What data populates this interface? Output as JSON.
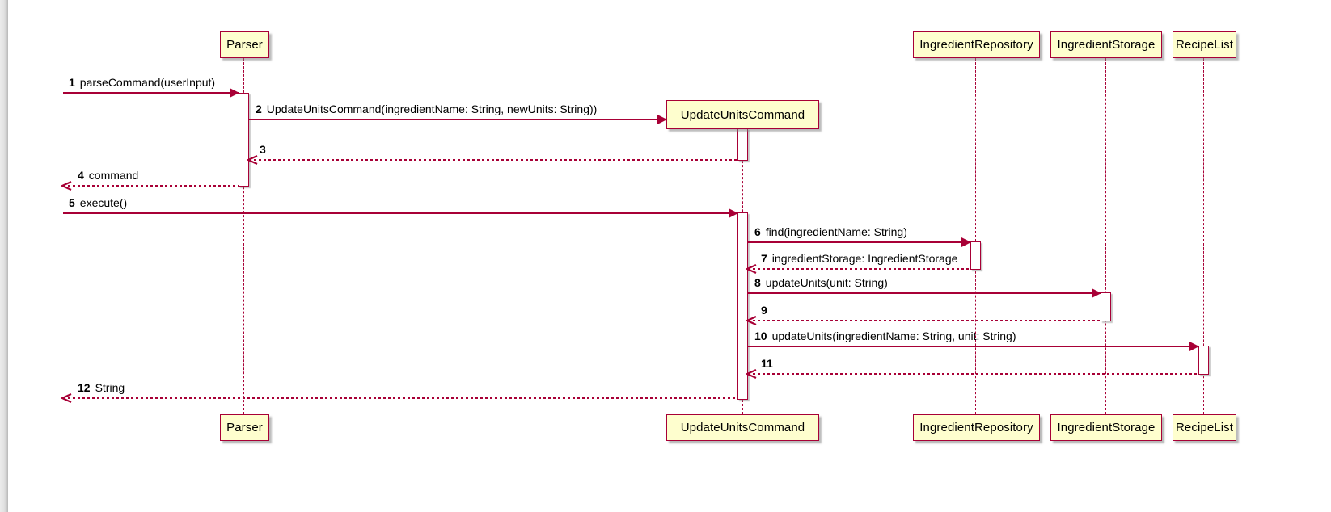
{
  "participants": [
    {
      "name": "Parser"
    },
    {
      "name": "UpdateUnitsCommand"
    },
    {
      "name": "IngredientRepository"
    },
    {
      "name": "IngredientStorage"
    },
    {
      "name": "RecipeList"
    }
  ],
  "messages": [
    {
      "num": "1",
      "text": "parseCommand(userInput)",
      "type": "sync",
      "from": "external",
      "to": "Parser"
    },
    {
      "num": "2",
      "text": "UpdateUnitsCommand(ingredientName: String, newUnits: String))",
      "type": "create",
      "from": "Parser",
      "to": "UpdateUnitsCommand"
    },
    {
      "num": "3",
      "text": "",
      "type": "return",
      "from": "UpdateUnitsCommand",
      "to": "Parser"
    },
    {
      "num": "4",
      "text": "command",
      "type": "return",
      "from": "Parser",
      "to": "external"
    },
    {
      "num": "5",
      "text": "execute()",
      "type": "sync",
      "from": "external",
      "to": "UpdateUnitsCommand"
    },
    {
      "num": "6",
      "text": "find(ingredientName: String)",
      "type": "sync",
      "from": "UpdateUnitsCommand",
      "to": "IngredientRepository"
    },
    {
      "num": "7",
      "text": "ingredientStorage: IngredientStorage",
      "type": "return",
      "from": "IngredientRepository",
      "to": "UpdateUnitsCommand"
    },
    {
      "num": "8",
      "text": "updateUnits(unit: String)",
      "type": "sync",
      "from": "UpdateUnitsCommand",
      "to": "IngredientStorage"
    },
    {
      "num": "9",
      "text": "",
      "type": "return",
      "from": "IngredientStorage",
      "to": "UpdateUnitsCommand"
    },
    {
      "num": "10",
      "text": "updateUnits(ingredientName: String, unit: String)",
      "type": "sync",
      "from": "UpdateUnitsCommand",
      "to": "RecipeList"
    },
    {
      "num": "11",
      "text": "",
      "type": "return",
      "from": "RecipeList",
      "to": "UpdateUnitsCommand"
    },
    {
      "num": "12",
      "text": "String",
      "type": "return",
      "from": "UpdateUnitsCommand",
      "to": "external"
    }
  ],
  "colors": {
    "participant_fill": "#FEFECE",
    "line": "#A80036",
    "text": "#000000",
    "background": "#FFFFFF"
  }
}
